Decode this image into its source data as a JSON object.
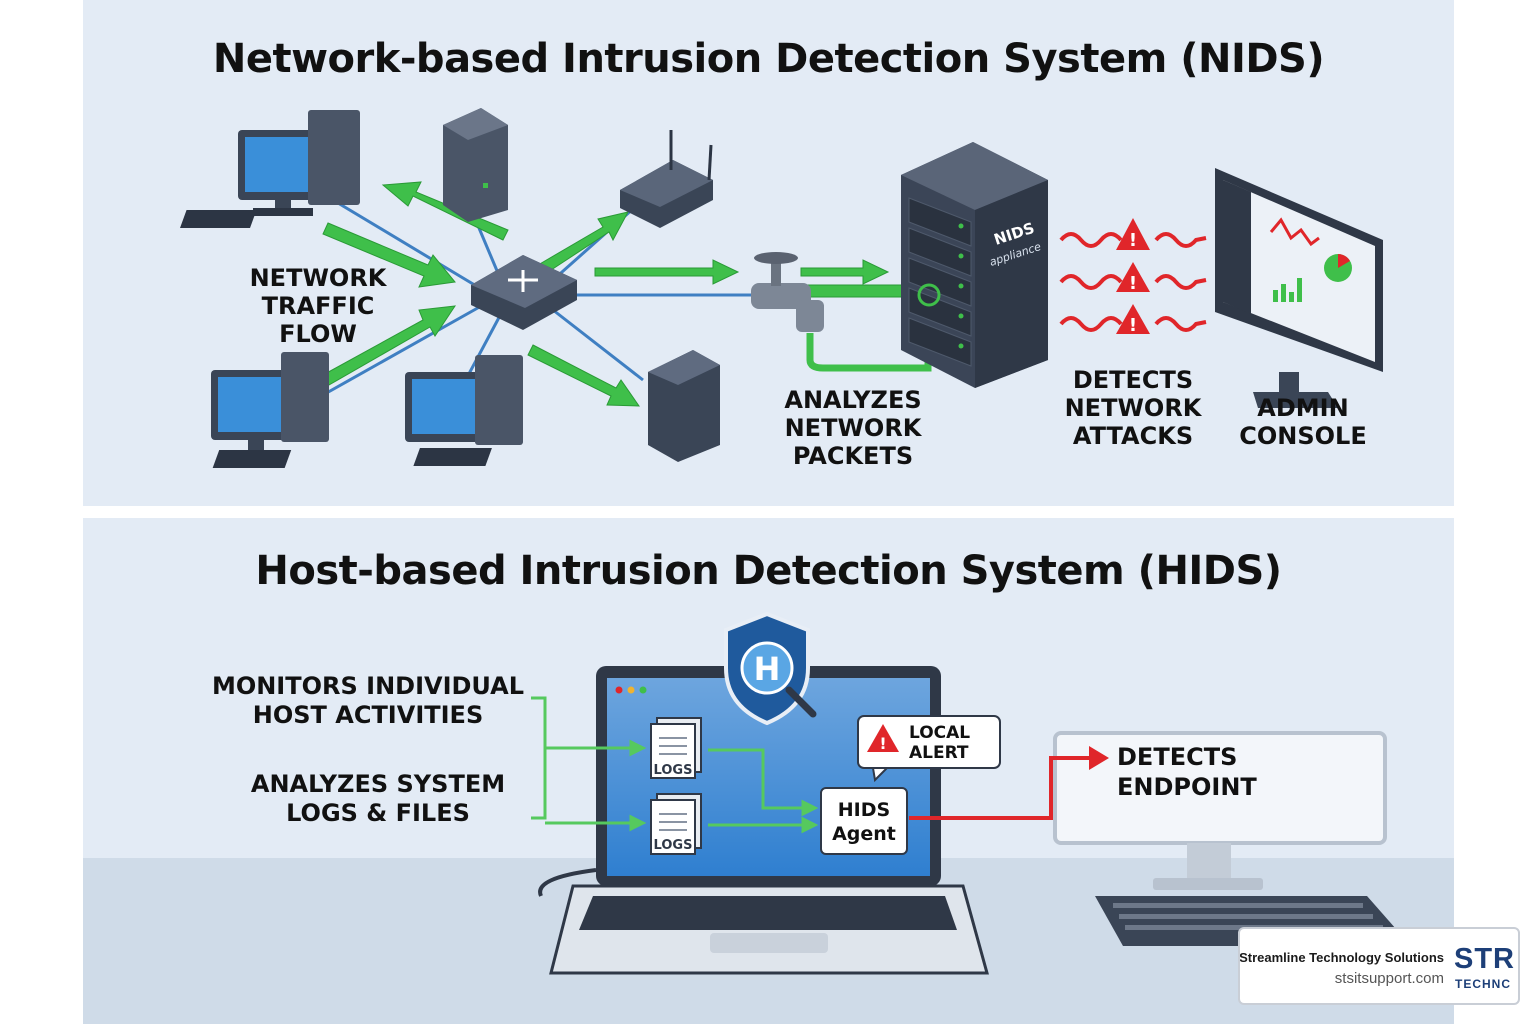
{
  "nids": {
    "title": "Network-based Intrusion Detection System (NIDS)",
    "labels": {
      "traffic_flow": [
        "NETWORK",
        "TRAFFIC FLOW"
      ],
      "analyzes_packets": [
        "ANALYZES",
        "NETWORK",
        "PACKETS"
      ],
      "detects_attacks": [
        "DETECTS",
        "NETWORK",
        "ATTACKS"
      ],
      "admin_console": [
        "ADMIN",
        "CONSOLE"
      ]
    },
    "appliance_label": [
      "NIDS",
      "appliance"
    ]
  },
  "hids": {
    "title": "Host-based Intrusion Detection System (HIDS)",
    "labels": {
      "monitors_host": [
        "MONITORS INDIVIDUAL",
        "HOST ACTIVITIES"
      ],
      "analyzes_logs": [
        "ANALYZES SYSTEM",
        "LOGS & FILES"
      ],
      "detects_endpoint": [
        "DETECTS",
        "ENDPOINT"
      ]
    },
    "shield_letter": "H",
    "log_file_label": "LOGS",
    "local_alert": [
      "LOCAL",
      "ALERT"
    ],
    "agent_label": [
      "HIDS",
      "Agent"
    ]
  },
  "branding": {
    "company": "Streamline Technology Solutions",
    "url": "stsitsupport.com",
    "logo": "STR",
    "logo_sub": "TECHNC"
  },
  "colors": {
    "panel_bg": "#e3ebf5",
    "flow_green": "#3fbf4a",
    "alert_red": "#e0262a",
    "device_dark": "#3a4556",
    "screen_blue": "#2f7fd0"
  }
}
